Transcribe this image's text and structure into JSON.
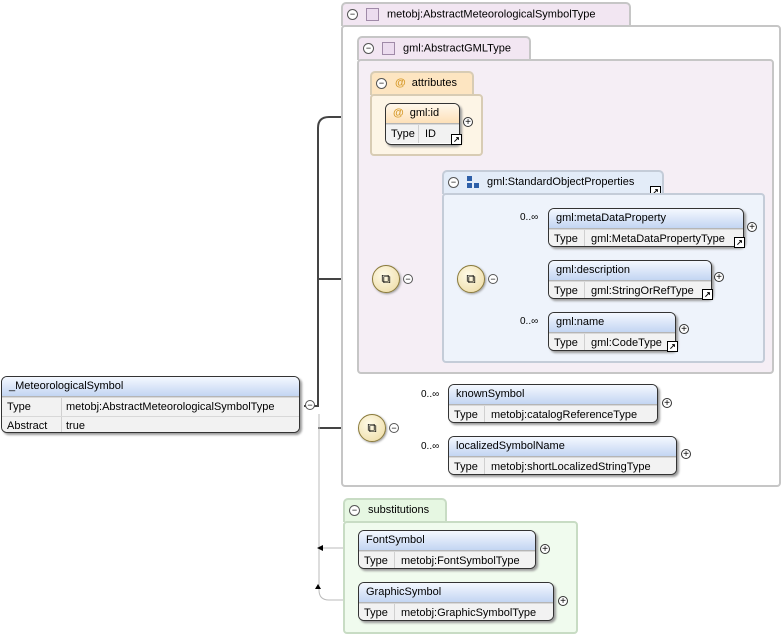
{
  "root": {
    "name": "_MeteorologicalSymbol",
    "type_key": "Type",
    "type_val": "metobj:AbstractMeteorologicalSymbolType",
    "abstract_key": "Abstract",
    "abstract_val": "true"
  },
  "groups": {
    "outer": "metobj:AbstractMeteorologicalSymbolType",
    "gml": "gml:AbstractGMLType",
    "attributes": "attributes",
    "std": "gml:StandardObjectProperties",
    "substitutions": "substitutions"
  },
  "attr_id": {
    "name": "gml:id",
    "type_key": "Type",
    "type_val": "ID"
  },
  "std_elements": [
    {
      "name": "gml:metaDataProperty",
      "type_key": "Type",
      "type_val": "gml:MetaDataPropertyType",
      "card": "0..∞"
    },
    {
      "name": "gml:description",
      "type_key": "Type",
      "type_val": "gml:StringOrRefType",
      "card": ""
    },
    {
      "name": "gml:name",
      "type_key": "Type",
      "type_val": "gml:CodeType",
      "card": "0..∞"
    }
  ],
  "seq_elements": [
    {
      "name": "knownSymbol",
      "type_key": "Type",
      "type_val": "metobj:catalogReferenceType",
      "card": "0..∞"
    },
    {
      "name": "localizedSymbolName",
      "type_key": "Type",
      "type_val": "metobj:shortLocalizedStringType",
      "card": "0..∞"
    }
  ],
  "subs": [
    {
      "name": "FontSymbol",
      "type_key": "Type",
      "type_val": "metobj:FontSymbolType"
    },
    {
      "name": "GraphicSymbol",
      "type_key": "Type",
      "type_val": "metobj:GraphicSymbolType"
    }
  ],
  "icons": {
    "minus": "⊖",
    "plus": "+",
    "link": "↗",
    "sequence": "sequence-compositor-icon"
  }
}
